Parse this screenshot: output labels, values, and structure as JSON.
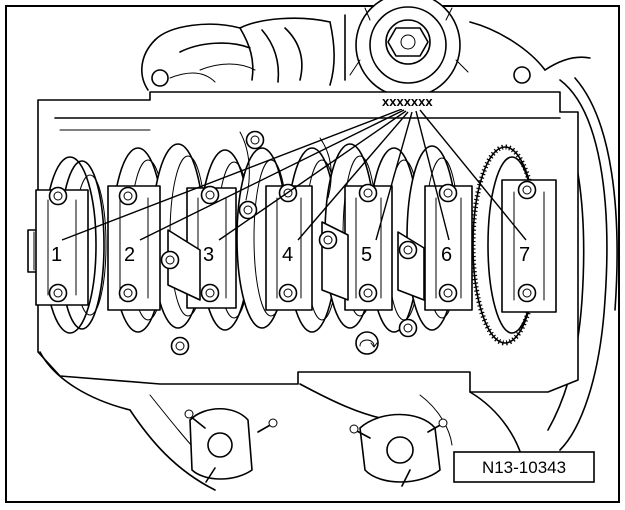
{
  "figure": {
    "marker_label": "xxxxxxx",
    "callouts": [
      "1",
      "2",
      "3",
      "4",
      "5",
      "6",
      "7"
    ],
    "figure_id": "N13-10343",
    "colors": {
      "ink": "#000000",
      "paper": "#ffffff"
    }
  }
}
